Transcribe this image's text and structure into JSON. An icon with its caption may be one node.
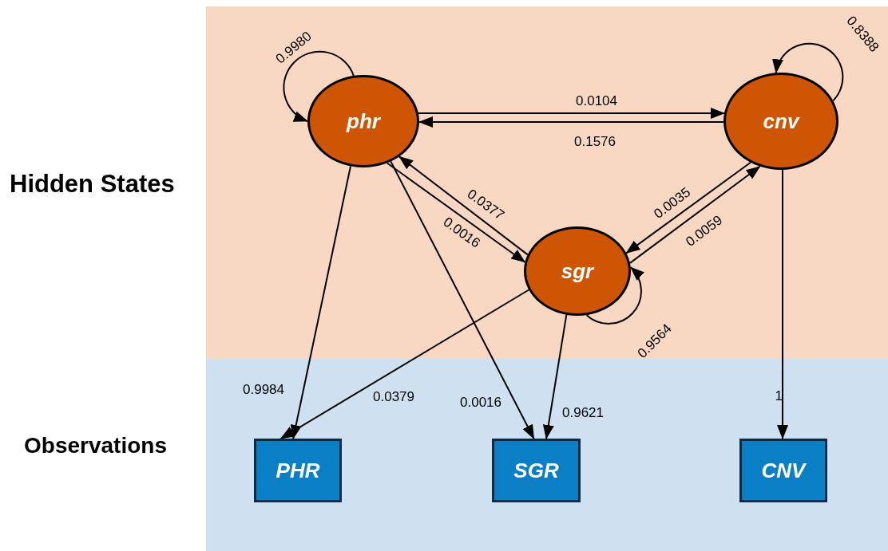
{
  "diagram": {
    "nodes": [
      {
        "text": [
          "Hidden States"
        ]
      },
      {
        "text": [
          "Observations"
        ]
      },
      {
        "text": [
          "phr"
        ],
        "in": 0
      },
      {
        "text": [
          "cnv"
        ],
        "in": 0
      },
      {
        "text": [
          "sgr"
        ],
        "in": 0
      },
      {
        "text": [
          "PHR"
        ],
        "in": 1
      },
      {
        "text": [
          "SGR"
        ],
        "in": 1
      },
      {
        "text": [
          "CNV"
        ],
        "in": 1
      }
    ],
    "edges": [
      {
        "from": 2,
        "to": 2,
        "arrow": "to",
        "label": "0.9980"
      },
      {
        "from": 2,
        "to": 3,
        "arrow": "to",
        "label": "0.0104"
      },
      {
        "from": 3,
        "to": 2,
        "arrow": "to",
        "label": "0.1576"
      },
      {
        "from": 3,
        "to": 3,
        "arrow": "to",
        "label": "0.8388"
      },
      {
        "from": 4,
        "to": 2,
        "arrow": "to",
        "label": "0.0377"
      },
      {
        "from": 2,
        "to": 4,
        "arrow": "to",
        "label": "0.0016"
      },
      {
        "from": 3,
        "to": 4,
        "arrow": "to",
        "label": "0.0035"
      },
      {
        "from": 4,
        "to": 3,
        "arrow": "to",
        "label": "0.0059"
      },
      {
        "from": 4,
        "to": 4,
        "arrow": "to",
        "label": "0.9564"
      },
      {
        "from": 2,
        "to": 5,
        "arrow": "to",
        "label": "0.9984"
      },
      {
        "from": 4,
        "to": 5,
        "arrow": "to",
        "label": "0.0379"
      },
      {
        "from": 2,
        "to": 6,
        "arrow": "to",
        "label": "0.0016"
      },
      {
        "from": 4,
        "to": 6,
        "arrow": "to",
        "label": "0.9621"
      },
      {
        "from": 3,
        "to": 7,
        "arrow": "to",
        "label": "1"
      }
    ]
  }
}
